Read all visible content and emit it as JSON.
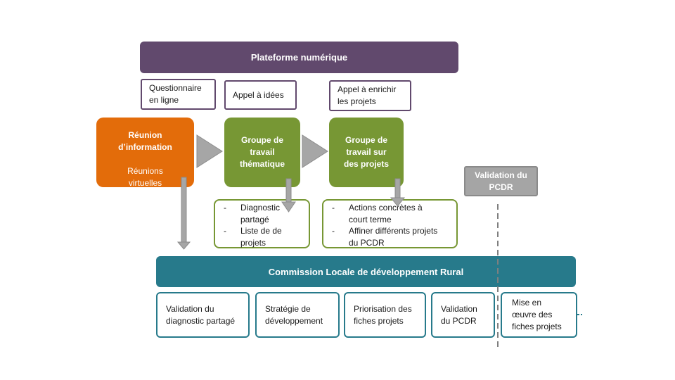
{
  "platform": {
    "title": "Plateforme numérique"
  },
  "inputs": {
    "questionnaire": "Questionnaire\nen ligne",
    "appel_idees": "Appel à idées",
    "appel_enrichir": "Appel à enrichir\nles projets"
  },
  "reunion": {
    "title": "Réunion\nd’information",
    "subtitle": "Réunions\nvirtuelles\nForum des\nassociations"
  },
  "groups": {
    "thematique": "Groupe de\ntravail\nthématique",
    "projets": "Groupe de\ntravail sur\ndes projets"
  },
  "outputs": {
    "thematique": [
      "Diagnostic\npartagé",
      "Liste de de\nprojets"
    ],
    "projets": [
      "Actions concrètes à\ncourt terme",
      "Affiner différents projets\ndu PCDR"
    ]
  },
  "validation_pcdr_top": "Validation du\nPCDR",
  "commission": {
    "title": "Commission Locale de développement Rural"
  },
  "steps": [
    "Validation du\ndiagnostic partagé",
    "Stratégie de\ndéveloppement",
    "Priorisation des\nfiches projets",
    "Validation\ndu PCDR",
    "Mise en\nœuvre des\nfiches projets"
  ],
  "colors": {
    "purple": "#61496d",
    "orange": "#e36c0a",
    "green": "#779734",
    "teal": "#277a8b",
    "gray": "#a5a5a5"
  }
}
